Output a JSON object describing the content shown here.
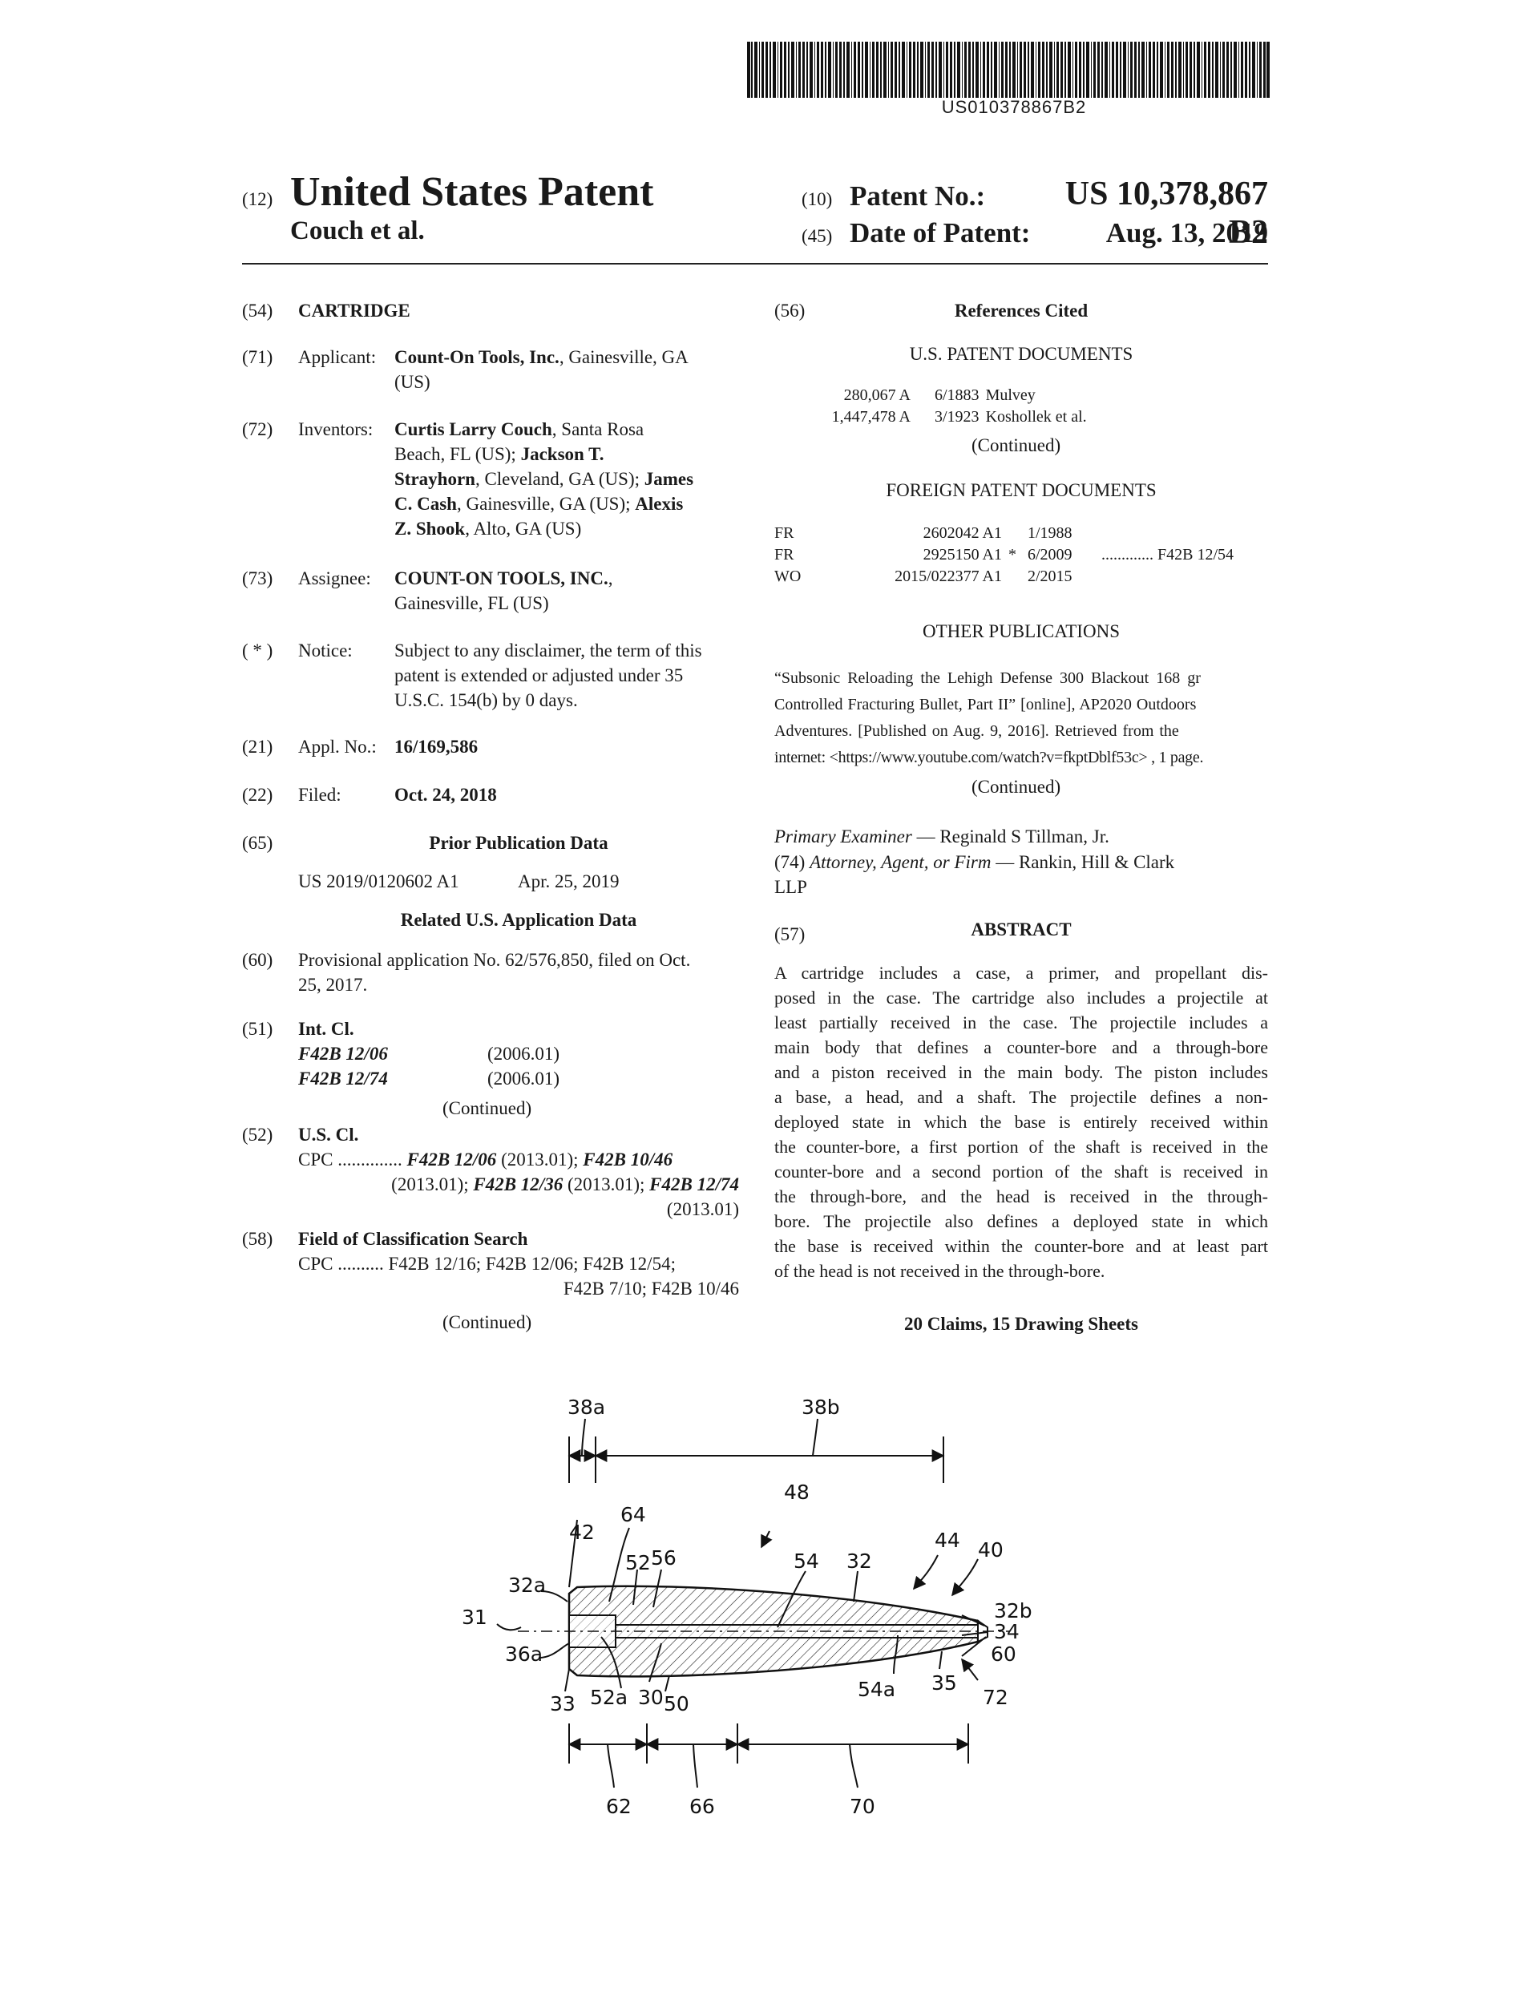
{
  "barcode_number": "US010378867B2",
  "header": {
    "code12": "(12)",
    "doc_title": "United States Patent",
    "inventor_short": "Couch et al.",
    "code10": "(10)",
    "patent_no_label": "Patent No.:",
    "patent_no": "US 10,378,867 B2",
    "code45": "(45)",
    "date_label": "Date of Patent:",
    "date": "Aug. 13, 2019"
  },
  "left": {
    "f54": {
      "code": "(54)",
      "title": "CARTRIDGE"
    },
    "f71": {
      "code": "(71)",
      "label": "Applicant:",
      "name": "Count-On Tools, Inc.",
      "rest": ", Gainesville, GA",
      "line2": "(US)"
    },
    "f72": {
      "code": "(72)",
      "label": "Inventors:",
      "l1b": "Curtis Larry Couch",
      "l1": ", Santa Rosa",
      "l2": "Beach, FL (US); ",
      "l2b": "Jackson T.",
      "l3b": "Strayhorn",
      "l3": ", Cleveland, GA (US); ",
      "l3b2": "James",
      "l4b": "C. Cash",
      "l4": ", Gainesville, GA (US); ",
      "l4b2": "Alexis",
      "l5b": "Z. Shook",
      "l5": ", Alto, GA (US)"
    },
    "f73": {
      "code": "(73)",
      "label": "Assignee:",
      "name": "COUNT-ON TOOLS, INC.",
      "comma": ",",
      "line2": "Gainesville, FL (US)"
    },
    "notice": {
      "code": "( * )",
      "label": "Notice:",
      "l1": "Subject to any disclaimer, the term of this",
      "l2": "patent is extended or adjusted under 35",
      "l3": "U.S.C. 154(b) by 0 days."
    },
    "f21": {
      "code": "(21)",
      "label": "Appl. No.:",
      "value": "16/169,586"
    },
    "f22": {
      "code": "(22)",
      "label": "Filed:",
      "value": "Oct. 24, 2018"
    },
    "f65": {
      "code": "(65)",
      "heading": "Prior Publication Data",
      "pub": "US 2019/0120602 A1",
      "date": "Apr. 25, 2019"
    },
    "related_heading": "Related U.S. Application Data",
    "f60": {
      "code": "(60)",
      "l1": "Provisional application No. 62/576,850, filed on Oct.",
      "l2": "25, 2017."
    },
    "f51": {
      "code": "(51)",
      "label": "Int. Cl.",
      "classes": [
        {
          "cls": "F42B 12/06",
          "ver": "(2006.01)"
        },
        {
          "cls": "F42B 12/74",
          "ver": "(2006.01)"
        }
      ],
      "cont": "(Continued)"
    },
    "f52": {
      "code": "(52)",
      "label": "U.S. Cl.",
      "cpc": "CPC",
      "dots": " .............. ",
      "c1": "F42B 12/06",
      "d1": " (2013.01); ",
      "c2": "F42B 10/46",
      "d2": "(2013.01); ",
      "c3": "F42B 12/36",
      "d3": " (2013.01); ",
      "c4": "F42B 12/74",
      "d4": "(2013.01)"
    },
    "f58": {
      "code": "(58)",
      "label": "Field of Classification Search",
      "l1": "CPC .......... F42B 12/16; F42B 12/06; F42B 12/54;",
      "l2": "F42B 7/10; F42B 10/46",
      "cont": "(Continued)"
    }
  },
  "right": {
    "f56": {
      "code": "(56)",
      "heading": "References Cited"
    },
    "us_heading": "U.S. PATENT DOCUMENTS",
    "us_docs": [
      {
        "num": "280,067 A",
        "date": "6/1883",
        "name": "Mulvey"
      },
      {
        "num": "1,447,478 A",
        "date": "3/1923",
        "name": "Koshollek et al."
      }
    ],
    "us_cont": "(Continued)",
    "foreign_heading": "FOREIGN PATENT DOCUMENTS",
    "foreign_docs": [
      {
        "cc": "FR",
        "num": "2602042 A1",
        "star": "",
        "date": "1/1988",
        "cls": ""
      },
      {
        "cc": "FR",
        "num": "2925150 A1",
        "star": "*",
        "date": "6/2009",
        "cls": "............. F42B 12/54"
      },
      {
        "cc": "WO",
        "num": "2015/022377 A1",
        "star": "",
        "date": "2/2015",
        "cls": ""
      }
    ],
    "other_heading": "OTHER PUBLICATIONS",
    "other": [
      "“Subsonic Reloading the Lehigh Defense 300 Blackout 168 gr",
      "Controlled Fracturing Bullet, Part II” [online], AP2020 Outdoors",
      "Adventures. [Published on Aug. 9, 2016]. Retrieved from the",
      "internet: <https://www.youtube.com/watch?v=fkptDblf53c> , 1 page."
    ],
    "other_cont": "(Continued)",
    "examiner_label": "Primary Examiner",
    "examiner": " — Reginald S Tillman, Jr.",
    "attorney_code": "(74) ",
    "attorney_label": "Attorney, Agent, or Firm",
    "attorney": " — Rankin, Hill & Clark",
    "attorney_l2": "LLP",
    "f57": {
      "code": "(57)",
      "heading": "ABSTRACT"
    },
    "abstract": [
      "A cartridge includes a case, a primer, and propellant dis-",
      "posed in the case. The cartridge also includes a projectile at",
      "least partially received in the case. The projectile includes a",
      "main body that defines a counter-bore and a through-bore",
      "and a piston received in the main body. The piston includes",
      "a base, a head, and a shaft. The projectile defines a non-",
      "deployed state in which the base is entirely received within",
      "the counter-bore, a first portion of the shaft is received in the",
      "counter-bore and a second portion of the shaft is received in",
      "the through-bore, and the head is received in the through-",
      "bore. The projectile also defines a deployed state in which",
      "the base is received within the counter-bore and at least part",
      "of the head is not received in the through-bore."
    ],
    "claims": "20 Claims, 15 Drawing Sheets"
  },
  "figure_labels": {
    "l38a": "38a",
    "l38b": "38b",
    "l48": "48",
    "l64": "64",
    "l42": "42",
    "l52": "52",
    "l56": "56",
    "l54": "54",
    "l32": "32",
    "l44": "44",
    "l40": "40",
    "l32a": "32a",
    "l31": "31",
    "l36a": "36a",
    "l32b": "32b",
    "l34": "34",
    "l60": "60",
    "l52a": "52a",
    "l30": "30",
    "l50": "50",
    "l33": "33",
    "l54a": "54a",
    "l35": "35",
    "l72": "72",
    "l62": "62",
    "l66": "66",
    "l70": "70"
  }
}
